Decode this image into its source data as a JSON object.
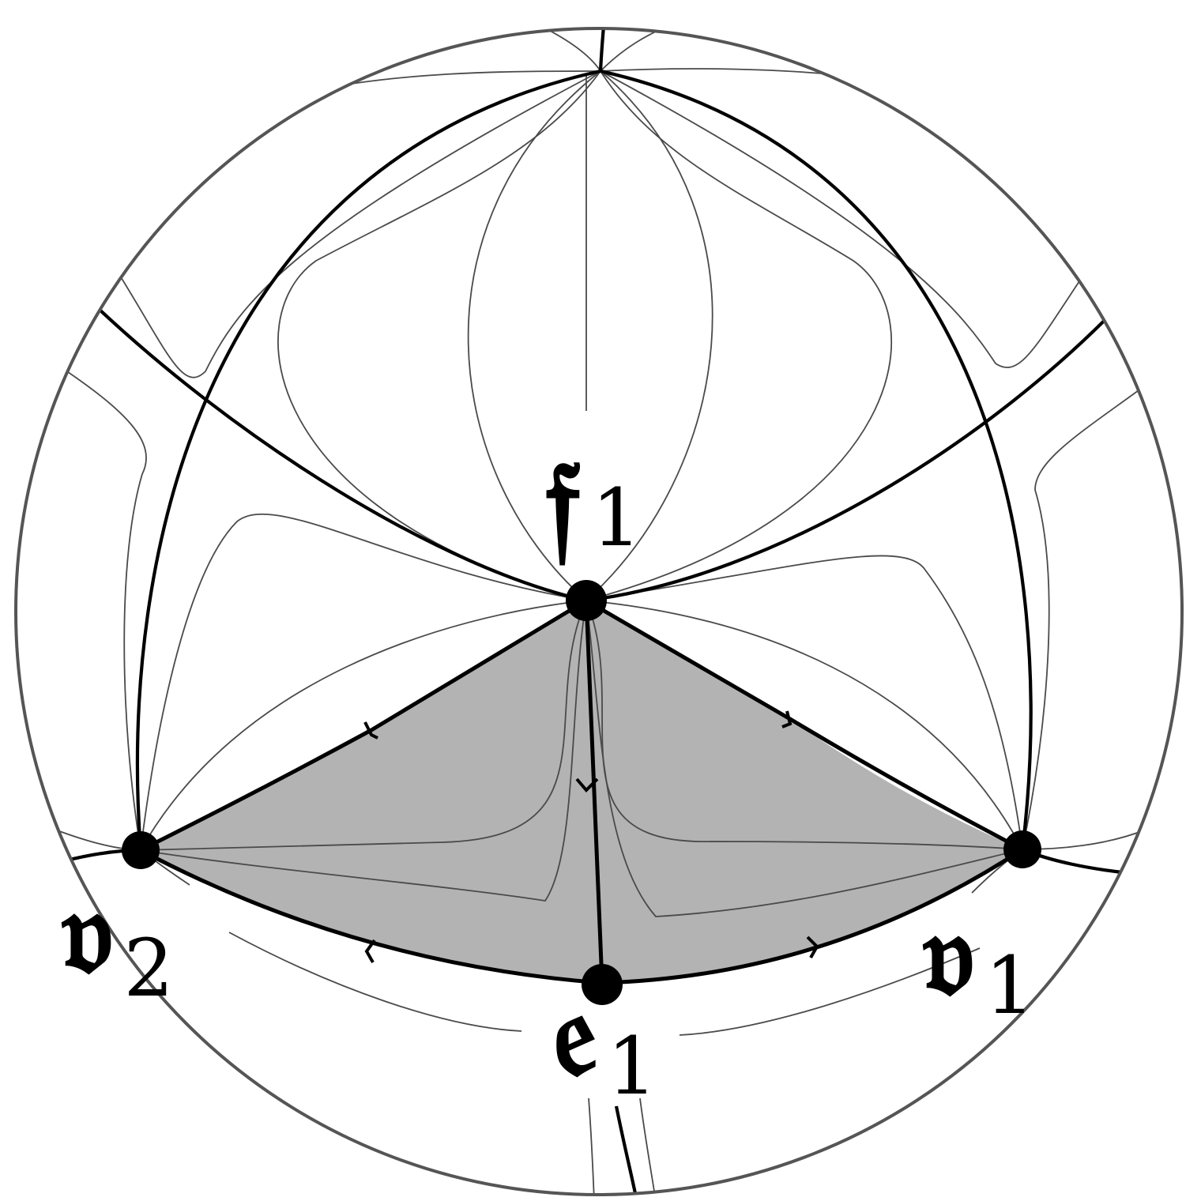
{
  "diagram": {
    "labels": {
      "f1": {
        "main": "𝔣",
        "sub": "1"
      },
      "v1": {
        "main": "𝔳",
        "sub": "1"
      },
      "v2": {
        "main": "𝔳",
        "sub": "2"
      },
      "e1": {
        "main": "𝔢",
        "sub": "1"
      }
    },
    "colors": {
      "shaded_region": "#b3b3b3",
      "thick_curves": "#000000",
      "thin_curves": "#4a4a4a",
      "boundary_circle": "#555555",
      "background": "#ffffff"
    }
  }
}
